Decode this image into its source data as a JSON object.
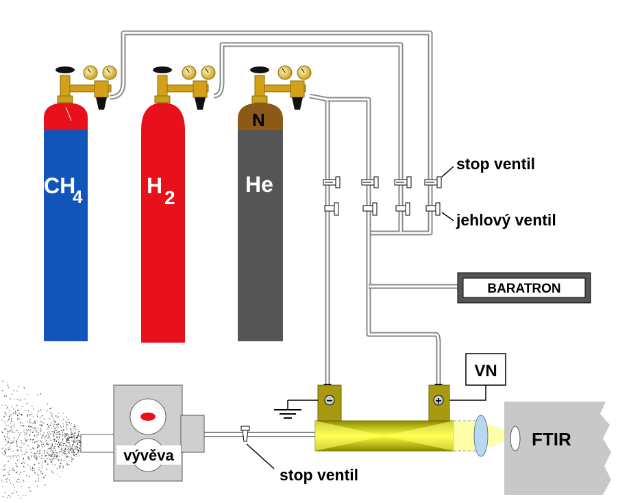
{
  "cylinders": [
    {
      "label": "CH",
      "subscript": "4",
      "body_color": "#1155bb",
      "cap_color": "#e8101a"
    },
    {
      "label": "H",
      "subscript": "2",
      "body_color": "#e8101a",
      "cap_color": "#e8101a"
    },
    {
      "label": "He",
      "subscript": "",
      "body_color": "#555555",
      "cap_color": "#8b5a14",
      "cap_letter": "N"
    }
  ],
  "labels": {
    "stop_valve_top": "stop ventil",
    "needle_valve": "jehlový ventil",
    "stop_valve_bottom": "stop ventil",
    "baratron": "BARATRON",
    "hv": "VN",
    "ftir": "FTIR",
    "pump": "vývěva",
    "electrode_minus": "−",
    "electrode_plus": "+"
  },
  "colors": {
    "pipe": "#888888",
    "brass": "#d4a017",
    "electrode": "#a89a10",
    "discharge_tube": "#e5e500",
    "ftir_box": "#c8c8c8"
  }
}
